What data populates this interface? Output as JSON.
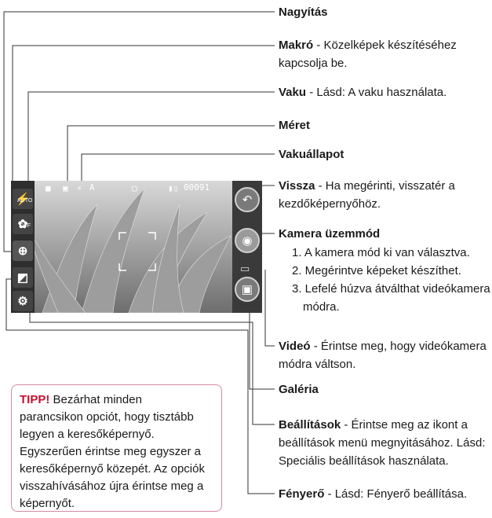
{
  "labels": {
    "nagyitas": {
      "title": "Nagyítás"
    },
    "makro": {
      "title": "Makró",
      "text": " - Közelképek készítéséhez",
      "text2": "kapcsolja be."
    },
    "vaku": {
      "title": "Vaku",
      "text": " - Lásd: A vaku használata."
    },
    "meret": {
      "title": "Méret"
    },
    "vakuallapot": {
      "title": "Vakuállapot"
    },
    "vissza": {
      "title": "Vissza",
      "text": " - Ha megérinti, visszatér a",
      "text2": "kezdőképernyőhöz."
    },
    "kamera": {
      "title": "Kamera üzemmód",
      "items": [
        "1. A kamera mód ki van választva.",
        "2. Megérintve képeket készíthet.",
        "3. Lefelé húzva átválthat videókamera",
        "módra."
      ]
    },
    "video": {
      "title": "Videó",
      "text": " - Érintse meg, hogy videókamera",
      "text2": "módra váltson."
    },
    "galeria": {
      "title": "Galéria"
    },
    "beallitasok": {
      "title": "Beállítások",
      "text": " - Érintse meg az ikont a",
      "text2": "beállítások menü megnyitásához. Lásd:",
      "text3": "Speciális beállítások használata."
    },
    "fenyero": {
      "title": "Fényerő",
      "text": " - Lásd: Fényerő beállítása."
    }
  },
  "tip": {
    "title": "TIPP!",
    "lines": [
      " Bezárhat minden",
      "parancsikon opciót, hogy tisztább",
      "legyen a keresőképernyő.",
      "Egyszerűen érintse meg egyszer a",
      "keresőképernyő közepét. Az opciók",
      "visszahívásához újra érintse meg a",
      "képernyőt."
    ]
  },
  "screen": {
    "status_counter": "00091",
    "status_a": "A",
    "flash_auto": "AUTO",
    "macro_off": "OFF"
  },
  "icons": [
    "flash-icon",
    "macro-icon",
    "zoom-icon",
    "brightness-icon",
    "settings-icon",
    "back-icon",
    "camera-icon",
    "video-icon",
    "gallery-icon"
  ],
  "colors": {
    "tip_title": "#c8102e",
    "tip_border": "#d48aa0"
  }
}
